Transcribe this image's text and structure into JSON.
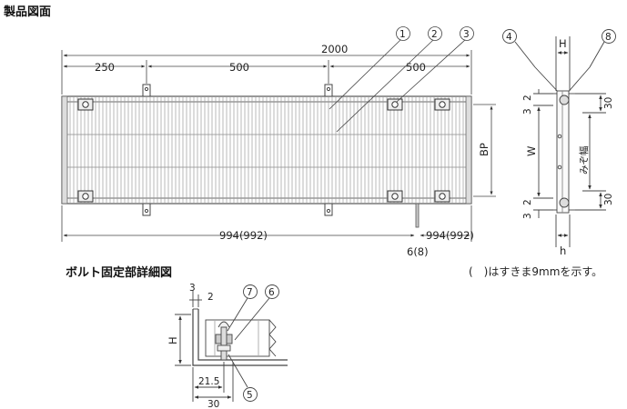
{
  "headings": {
    "product_drawing": "製品図面",
    "bolt_detail": "ボルト固定部詳細図"
  },
  "note": "(　)はすきま9mmを示す。",
  "top_view": {
    "total_length": "2000",
    "seg_left": "250",
    "seg_mid": "500",
    "seg_right": "500",
    "bottom_left": "994(992)",
    "bottom_right": "994(992)",
    "gap": "6(8)",
    "bp": "BP"
  },
  "side_view": {
    "h_top": "H",
    "h_bottom": "h",
    "w": "W",
    "dim_2_top": "2",
    "dim_3_top": "3",
    "dim_2_bot": "2",
    "dim_3_bot": "3",
    "dim_30_top": "30",
    "dim_30_bot": "30",
    "groove_width": "みぞ幅"
  },
  "detail_view": {
    "dim_3": "3",
    "dim_2": "2",
    "dim_h": "H",
    "dim_21_5": "21.5",
    "dim_30": "30"
  },
  "callouts": [
    "1",
    "2",
    "3",
    "4",
    "8",
    "7",
    "6",
    "5"
  ]
}
